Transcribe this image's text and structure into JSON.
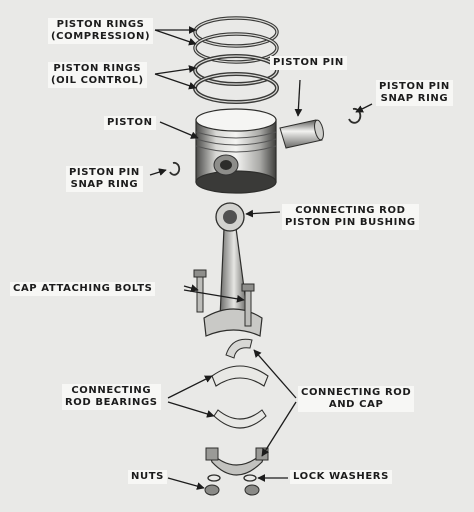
{
  "labels": {
    "piston_rings_compression": [
      "PISTON RINGS",
      "(COMPRESSION)"
    ],
    "piston_rings_oil_control": [
      "PISTON RINGS",
      "(OIL CONTROL)"
    ],
    "piston": "PISTON",
    "piston_pin": "PISTON PIN",
    "piston_pin_snap_ring_right": [
      "PISTON PIN",
      "SNAP RING"
    ],
    "piston_pin_snap_ring_left": [
      "PISTON PIN",
      "SNAP RING"
    ],
    "connecting_rod_bushing": [
      "CONNECTING ROD",
      "PISTON PIN BUSHING"
    ],
    "cap_attaching_bolts": "CAP ATTACHING BOLTS",
    "connecting_rod_bearings": [
      "CONNECTING",
      "ROD BEARINGS"
    ],
    "connecting_rod_and_cap": [
      "CONNECTING ROD",
      "AND CAP"
    ],
    "nuts": "NUTS",
    "lock_washers": "LOCK WASHERS"
  },
  "colors": {
    "background": "#e9e9e7",
    "ink": "#1c1c1c",
    "metal_light": "#f2f2f0",
    "metal_mid": "#b9b9b6",
    "metal_dark": "#4a4a48"
  }
}
